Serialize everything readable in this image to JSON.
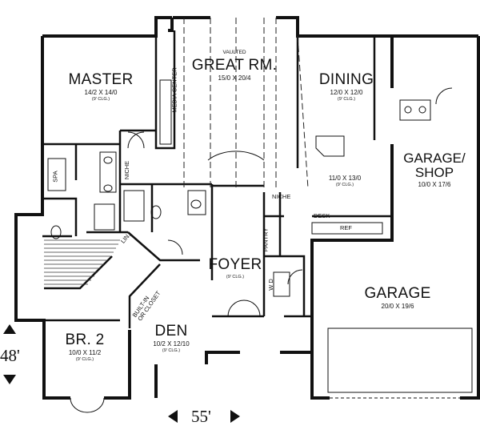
{
  "rooms": {
    "master": {
      "name": "MASTER",
      "dims": "14/2 X 14/0",
      "ceiling": "(9' CLG.)"
    },
    "great": {
      "prefix": "VAULTED",
      "name": "GREAT RM.",
      "dims": "15/0 X 20/4"
    },
    "dining": {
      "name": "DINING",
      "dims": "12/0 X 12/0",
      "ceiling": "(9' CLG.)"
    },
    "kitchen": {
      "dims": "11/0 X 13/0",
      "ceiling": "(9' CLG.)"
    },
    "garage_shop": {
      "name_line1": "GARAGE/",
      "name_line2": "SHOP",
      "dims": "10/0 X 17/6"
    },
    "garage": {
      "name": "GARAGE",
      "dims": "20/0 X 19/6"
    },
    "foyer": {
      "name": "FOYER",
      "ceiling": "(9' CLG.)"
    },
    "den": {
      "name": "DEN",
      "dims": "10/2 X 12/10",
      "ceiling": "(9' CLG.)"
    },
    "br2": {
      "name": "BR. 2",
      "dims": "10/0 X 11/2",
      "ceiling": "(9' CLG.)"
    }
  },
  "labels": {
    "media_center": "MEDIA CENTER",
    "niche1": "NICHE",
    "niche2": "NICHE",
    "spa": "SPA",
    "lin": "LIN.",
    "pantry": "PANTRY",
    "desk": "DESK",
    "ref": "REF",
    "wd": "W D",
    "built_in_line1": "BUILT-IN",
    "built_in_line2": "OR CLOSET"
  },
  "dimensions": {
    "width": "55'",
    "depth": "48'"
  }
}
